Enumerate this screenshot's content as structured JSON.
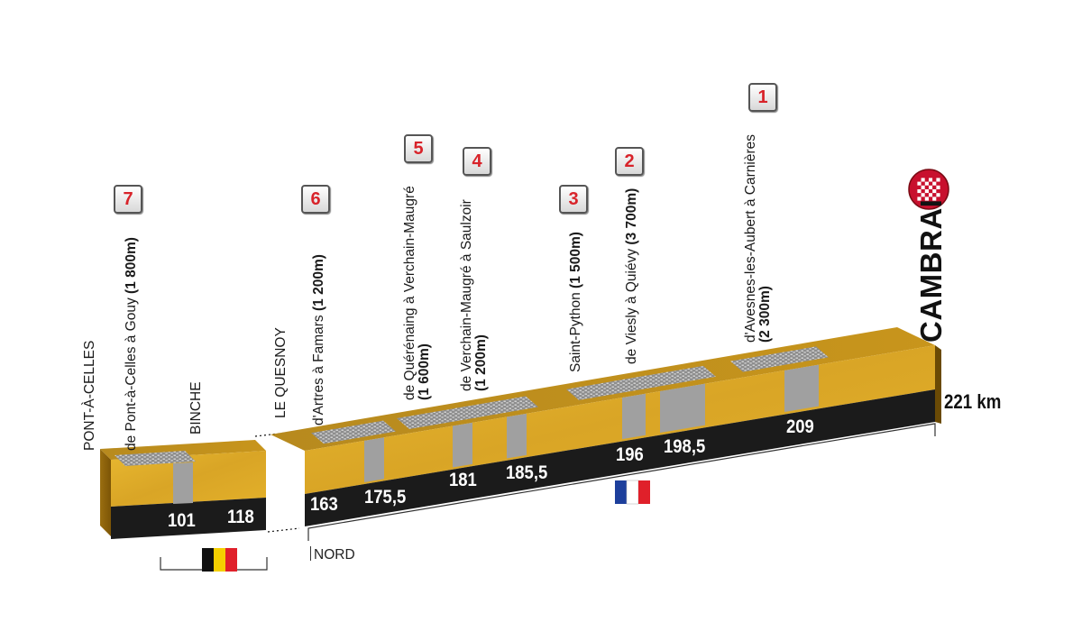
{
  "colors": {
    "terrain": "#d9a928",
    "terrain_shade": "#8a6208",
    "base": "#1b1b1b",
    "cobble": "#9b9b9b",
    "badge_red": "#d8232a",
    "finish_red": "#c8102e"
  },
  "sectors": [
    {
      "number": "7",
      "name": "de Pont-à-Celles à Gouy",
      "length": "(1 800m)"
    },
    {
      "number": "6",
      "name": "d'Artres à Famars",
      "length": "(1 200m)"
    },
    {
      "number": "5",
      "name": "de Quérénaing à Verchain-Maugré",
      "length": "(1 600m)"
    },
    {
      "number": "4",
      "name": "de Verchain-Maugré à Saulzoir",
      "length": "(1 200m)"
    },
    {
      "number": "3",
      "name": "Saint-Python",
      "length": "(1 500m)"
    },
    {
      "number": "2",
      "name": "de Viesly à Quiévy",
      "length": "(3 700m)"
    },
    {
      "number": "1",
      "name": "d'Avesnes-les-Aubert à Carnières",
      "length": "(2 300m)"
    }
  ],
  "places": {
    "pont_a_celles": "PONT-À-CELLES",
    "binche": "BINCHE",
    "le_quesnoy": "LE QUESNOY",
    "nord": "NORD"
  },
  "km_marks": [
    "101",
    "118",
    "163",
    "175,5",
    "181",
    "185,5",
    "196",
    "198,5",
    "209"
  ],
  "total_distance": "221 km",
  "finish": {
    "name": "CAMBRAI",
    "icon": "checkered-flag-icon"
  },
  "flags": [
    {
      "country": "Belgium",
      "icon": "belgium-flag-icon",
      "colors": [
        "#111111",
        "#f5d000",
        "#e0202a"
      ]
    },
    {
      "country": "France",
      "icon": "france-flag-icon",
      "colors": [
        "#1d3f9c",
        "#ffffff",
        "#e0202a"
      ]
    }
  ]
}
